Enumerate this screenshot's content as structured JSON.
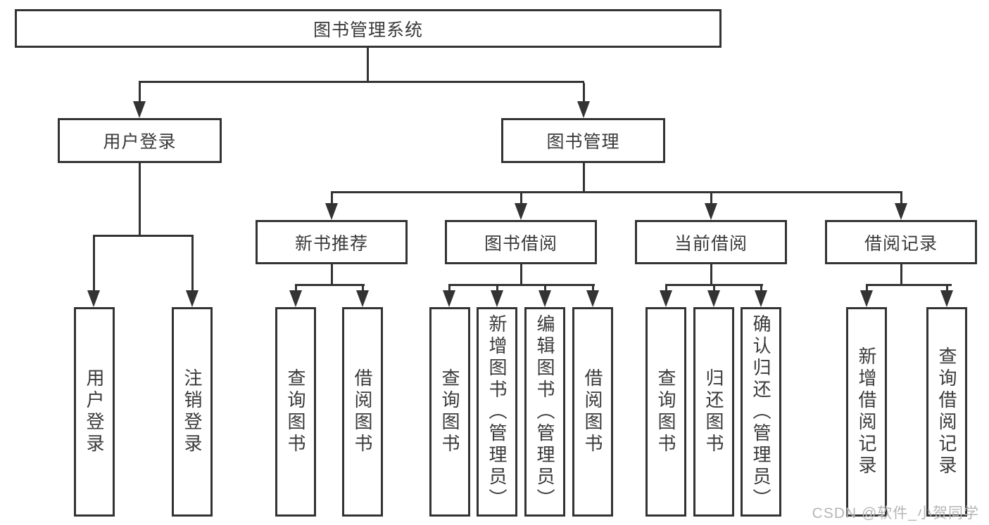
{
  "diagram": {
    "root": "图书管理系统",
    "level2": [
      "用户登录",
      "图书管理"
    ],
    "level3": [
      "新书推荐",
      "图书借阅",
      "当前借阅",
      "借阅记录"
    ],
    "leaves": {
      "login": [
        "用户登录",
        "注销登录"
      ],
      "newbook": [
        "查询图书",
        "借阅图书"
      ],
      "borrow": [
        "查询图书",
        "新增图书（管理员）",
        "编辑图书（管理员）",
        "借阅图书"
      ],
      "current": [
        "查询图书",
        "归还图书",
        "确认归还（管理员）"
      ],
      "records": [
        "新增借阅记录",
        "查询借阅记录"
      ]
    }
  },
  "watermark": "CSDN @软件_小贺同学",
  "colors": {
    "line": "#333333",
    "text": "#3a3a3a",
    "watermark": "#b6b6b6",
    "background": "#ffffff"
  }
}
